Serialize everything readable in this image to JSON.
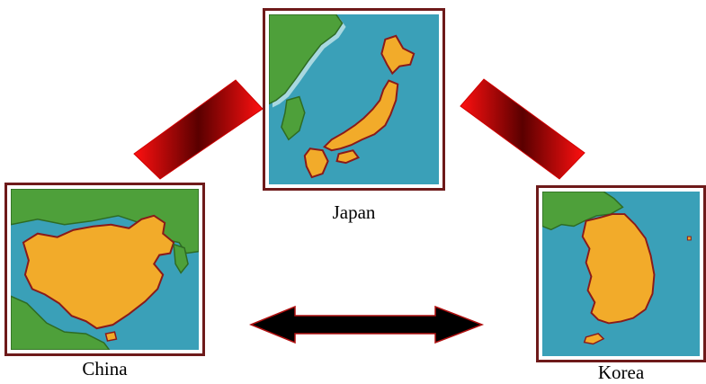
{
  "maps": {
    "japan": {
      "label": "Japan"
    },
    "china": {
      "label": "China"
    },
    "korea": {
      "label": "Korea"
    }
  },
  "colors": {
    "frame": "#6e1a1a",
    "sea": "#3aa0b8",
    "coast_halo": "#a8d8e0",
    "land_country": "#f2ab2a",
    "land_country_edge": "#8a1a1a",
    "land_other": "#4ea03a",
    "land_other_edge": "#2e6b23",
    "connector_red": "#ff1010",
    "connector_dark": "#5a0000",
    "arrow_fill": "#000000",
    "arrow_edge": "#b01010"
  }
}
